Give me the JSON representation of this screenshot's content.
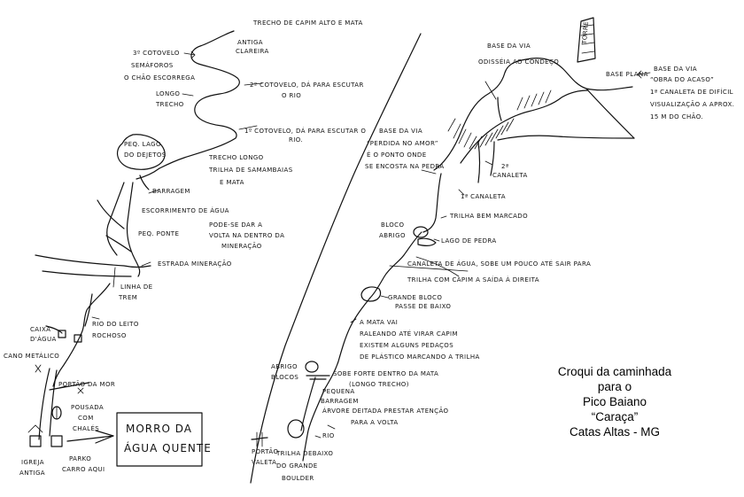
{
  "title_block": {
    "line1": "Croqui da caminhada",
    "line2": "para o",
    "line3": "Pico Baiano",
    "line4": "“Caraça”",
    "line5": "Catas Altas - MG"
  },
  "left_map": {
    "trecho_capim": "TRECHO DE CAPIM ALTO E MATA",
    "antiga_1": "ANTIGA",
    "antiga_2": "CLAREIRA",
    "cotovelo3_1": "3º COTOVELO",
    "cotovelo3_2": "SEMÁFOROS",
    "cotovelo3_3": "O CHÃO ESCORREGA",
    "cotovelo2_1": "2º COTOVELO, DÁ PARA ESCUTAR",
    "cotovelo2_2": "O RIO",
    "longo_1": "LONGO",
    "longo_2": "TRECHO",
    "cotovelo1_1": "1º COTOVELO, DÁ PARA ESCUTAR O",
    "cotovelo1_2": "RIO.",
    "lago_1": "PEQ. LAGO",
    "lago_2": "DO DEJETOS",
    "trecho_longo_1": "TRECHO LONGO",
    "trecho_longo_2": "TRILHA DE SAMAMBAIAS",
    "trecho_longo_3": "E MATA",
    "barragem": "BARRAGEM",
    "escorrimento": "ESCORRIMENTO DE ÁGUA",
    "peq_ponte": "PEQ. PONTE",
    "pode_1": "PODE-SE DAR A",
    "pode_2": "VOLTA NA DENTRO DA",
    "pode_3": "MINERAÇÃO",
    "estrada": "ESTRADA MINERAÇÃO",
    "linha_1": "LINHA DE",
    "linha_2": "TREM",
    "rio_1": "RIO DO LEITO",
    "rio_2": "ROCHOSO",
    "caixa_1": "CAIXA",
    "caixa_2": "D'ÁGUA",
    "cano": "CANO METÁLICO",
    "portao": "PORTÃO DA MOR",
    "pousada_1": "POUSADA",
    "pousada_2": "COM",
    "pousada_3": "CHALÉS",
    "igreja_1": "IGREJA",
    "igreja_2": "ANTIGA",
    "parco_1": "PARKO",
    "parco_2": "CARRO AQUI",
    "morro_1": "MORRO DA",
    "morro_2": "ÁGUA QUENTE"
  },
  "right_map": {
    "base_via_top": "BASE DA VIA",
    "odisseia": "ODISSÉIA AO CONDEÇO",
    "torre": "TORRE",
    "base_plana": "BASE PLANA",
    "base_via_right": "BASE DA VIA",
    "obra": "“OBRA DO ACASO”",
    "canaleta_1": "1ª CANALETA DE DIFÍCIL",
    "canaleta_2": "VISUALIZAÇÃO A APROX.",
    "canaleta_3": "15 M DO CHÃO.",
    "base_via_mid": "BASE DA VIA",
    "perdida_1": "“PERDIDA NO AMOR”",
    "perdida_2": "É O PONTO ONDE",
    "perdida_3": "SE ENCOSTA NA PEDRA",
    "canaleta2_1": "2ª",
    "canaleta2_2": "CANALETA",
    "canaleta1": "1ª CANALETA",
    "trilha": "TRILHA BEM MARCADO",
    "bloco_1": "BLOCO",
    "bloco_2": "ABRIGO",
    "lago_pedra": "LAGO DE PEDRA",
    "canaleta_agua": "CANALETA DE ÁGUA, SOBE UM POUCO ATÉ SAIR PARA",
    "trilha_capim": "TRILHA COM CAPIM A SAÍDA À DIREITA",
    "grande_1": "GRANDE BLOCO",
    "grande_2": "PASSE DE BAIXO",
    "mata_1": "A MATA VAI",
    "mata_2": "RALEANDO ATÉ VIRAR CAPIM",
    "mata_3": "EXISTEM ALGUNS PEDAÇOS",
    "mata_4": "DE PLÁSTICO MARCANDO A TRILHA",
    "abrigo_1": "ABRIGO",
    "abrigo_2": "BLOCOS",
    "sobe_1": "SOBE FORTE DENTRO DA MATA",
    "sobe_2": "(LONGO TRECHO)",
    "pequena_1": "PEQUENA",
    "pequena_2": "BARRAGEM",
    "arvore_1": "ÁRVORE DEITADA PRESTAR ATENÇÃO",
    "arvore_2": "PARA A VOLTA",
    "rio": "RIO",
    "portao_1": "PORTÃO",
    "portao_2": "VALETA",
    "trilha_boulder_1": "TRILHA DEBAIXO",
    "trilha_boulder_2": "DO GRANDE",
    "trilha_boulder_3": "BOULDER"
  }
}
